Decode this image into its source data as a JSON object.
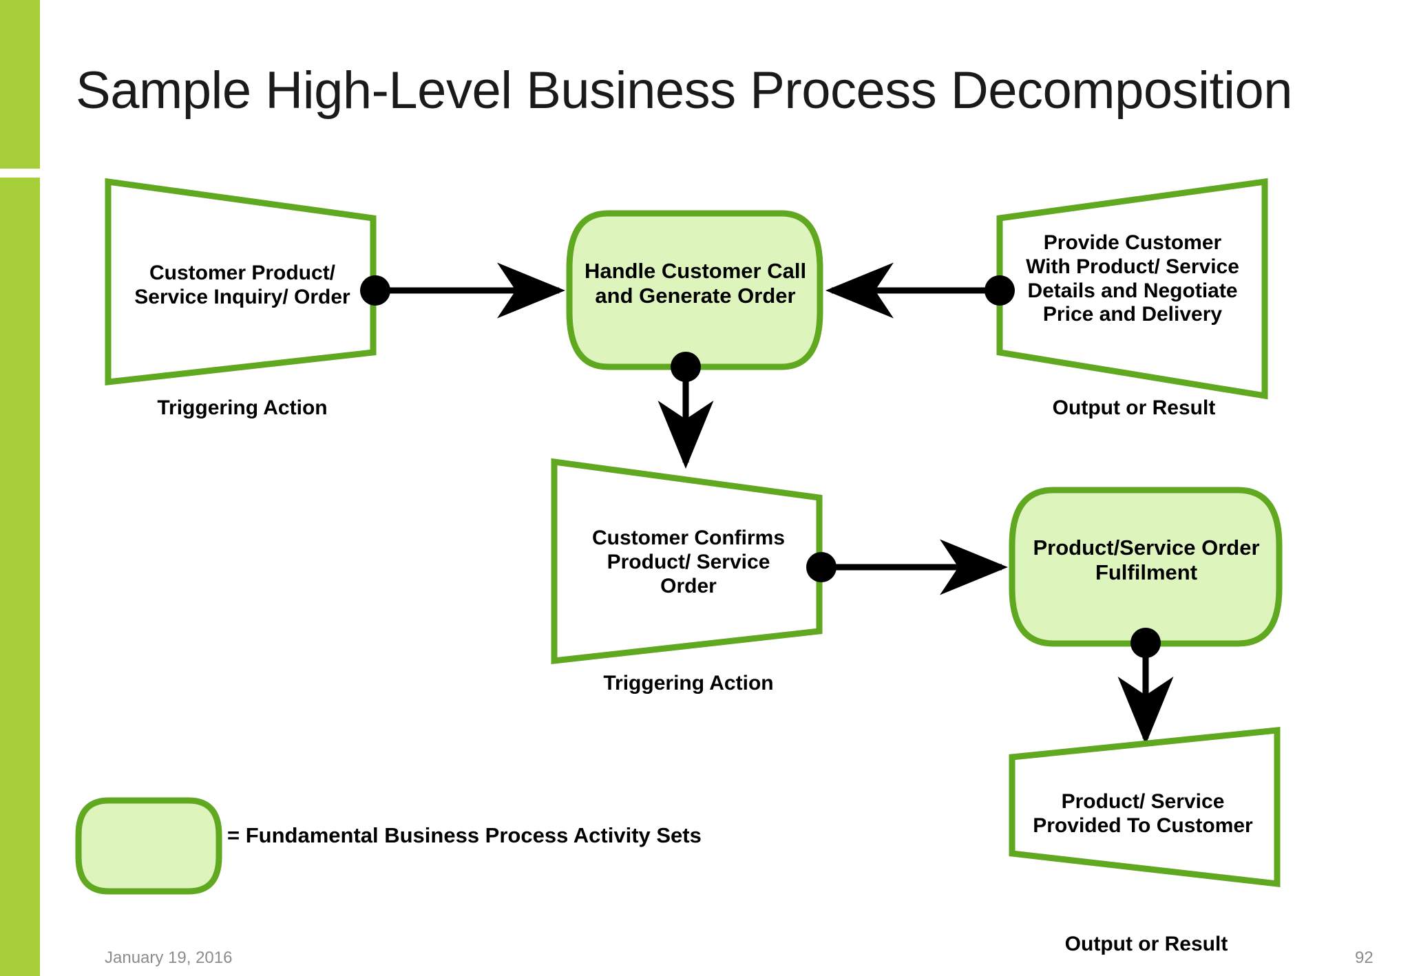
{
  "slide": {
    "title": "Sample High-Level Business Process Decomposition",
    "accent_color": "#A6CE39",
    "shape_border_color": "#5FA81F",
    "shape_fill_green": "#DDF5BD",
    "shape_fill_white": "#FFFFFF",
    "connector_color": "#000000"
  },
  "nodes": {
    "customer_inquiry": {
      "label": "Customer Product/\nService Inquiry/ Order",
      "line1": "Customer Product/",
      "line2": "Service Inquiry/ Order",
      "shape": "trapezoid-right",
      "caption": "Triggering Action"
    },
    "handle_call": {
      "label": "Handle Customer Call\nand Generate Order",
      "line1": "Handle Customer Call",
      "line2": "and Generate Order",
      "shape": "rounded-barrel"
    },
    "provide_customer": {
      "label": "Provide Customer\nWith Product/ Service\nDetails and Negotiate\nPrice and Delivery",
      "line1": "Provide Customer",
      "line2": "With Product/ Service",
      "line3": "Details and Negotiate",
      "line4": "Price and Delivery",
      "shape": "trapezoid-left",
      "caption": "Output or Result"
    },
    "customer_confirms": {
      "label": "Customer Confirms\nProduct/ Service\nOrder",
      "line1": "Customer Confirms",
      "line2": "Product/ Service",
      "line3": "Order",
      "shape": "trapezoid-right",
      "caption": "Triggering Action"
    },
    "order_fulfilment": {
      "label": "Product/Service Order\nFulfilment",
      "line1": "Product/Service Order",
      "line2": "Fulfilment",
      "shape": "rounded-barrel"
    },
    "product_provided": {
      "label": "Product/ Service\nProvided To Customer",
      "line1": "Product/ Service",
      "line2": "Provided To Customer",
      "shape": "trapezoid-left",
      "caption": "Output or Result"
    }
  },
  "legend": {
    "text": "= Fundamental Business Process Activity Sets"
  },
  "footer": {
    "date": "January 19, 2016",
    "page_number": "92"
  }
}
